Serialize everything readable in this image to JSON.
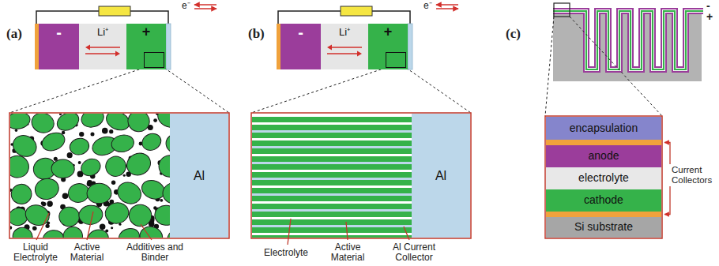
{
  "diagram": {
    "nodes": [
      {
        "text": [
          "-"
        ]
      },
      {
        "text": [
          "Li⁺"
        ]
      },
      {
        "text": [
          "+"
        ]
      },
      {
        "text": [
          "Al"
        ]
      },
      {
        "text": [
          "-"
        ]
      },
      {
        "text": [
          "Li⁺"
        ]
      },
      {
        "text": [
          "+"
        ]
      },
      {
        "text": [
          "Al"
        ]
      },
      {
        "text": [
          "encapsulation"
        ]
      },
      {
        "text": [
          "anode"
        ]
      },
      {
        "text": [
          "electrolyte"
        ]
      },
      {
        "text": [
          "cathode"
        ]
      },
      {
        "text": [
          "Si substrate"
        ]
      }
    ],
    "labels": [
      "(a)",
      "e⁻",
      "Liquid Electrolyte",
      "Active Material",
      "Additives and Binder",
      "(b)",
      "e⁻",
      "Electrolyte",
      "Active Material",
      "Al Current Collector",
      "(c)",
      "-",
      "+",
      "Current Collectors"
    ]
  }
}
